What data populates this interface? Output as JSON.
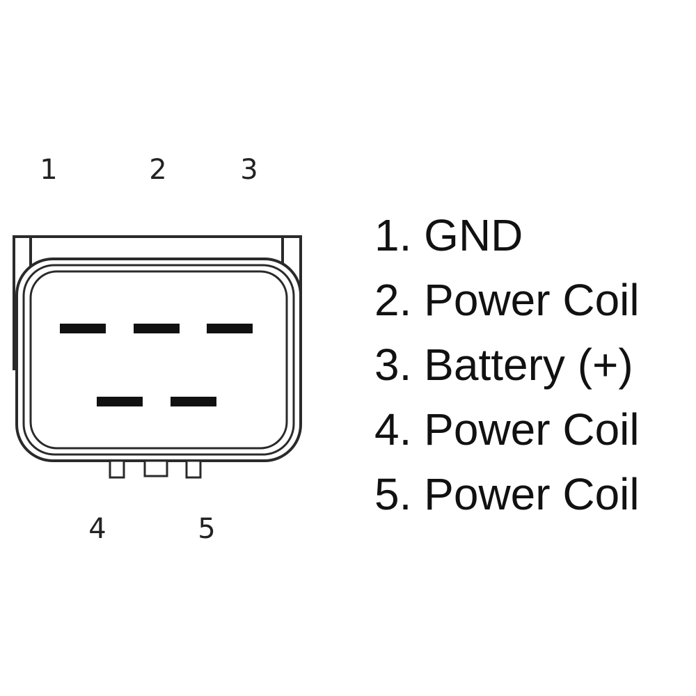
{
  "connector": {
    "top_pin_numbers": [
      "1",
      "2",
      "3"
    ],
    "bottom_pin_numbers": [
      "4",
      "5"
    ]
  },
  "legend": {
    "items": [
      "1. GND",
      "2. Power Coil",
      "3. Battery (+)",
      "4. Power Coil",
      "5. Power Coil"
    ]
  },
  "colors": {
    "line": "#2a2a2a",
    "terminal": "#111111",
    "background": "#ffffff"
  }
}
